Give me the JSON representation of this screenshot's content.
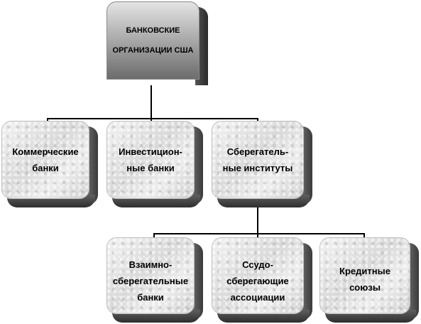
{
  "diagram": {
    "root": {
      "line1": "БАНКОВСКИЕ",
      "line2": "ОРГАНИЗАЦИИ США"
    },
    "level1": [
      {
        "line1": "Коммерческие",
        "line2": "банки"
      },
      {
        "line1": "Инвестицион-",
        "line2": "ные банки"
      },
      {
        "line1": "Сберегатель-",
        "line2": "ные институты"
      }
    ],
    "level2": [
      {
        "line1": "Взаимно-",
        "line2": "сберегательные",
        "line3": "банки"
      },
      {
        "line1": "Ссудо-",
        "line2": "сберегающие",
        "line3": "ассоциации"
      },
      {
        "line1": "Кредитные",
        "line2": "союзы"
      }
    ]
  }
}
